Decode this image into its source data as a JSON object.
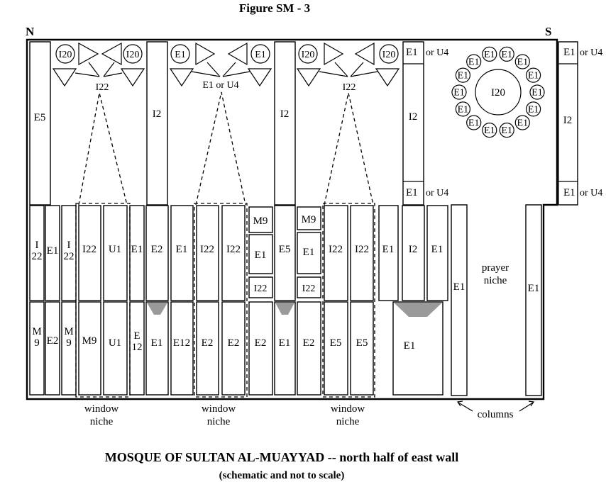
{
  "figure_label": "Figure SM - 3",
  "compass": {
    "north": "N",
    "south": "S"
  },
  "title": "MOSQUE OF SULTAN AL-MUAYYAD -- north half of east wall",
  "subtitle": "(schematic and not to scale)",
  "upper_panels": {
    "north_tall": "E5",
    "tall_1": "I2",
    "tall_2": "I2",
    "tall_3": "I2",
    "tall_4": "I2",
    "bay3_top": "E1",
    "bay3_top_suffix": "or U4",
    "bay3_bottom": "E1",
    "bay3_bottom_suffix": "or U4",
    "south_top": "E1",
    "south_top_suffix": "or U4",
    "south_bottom": "E1",
    "south_bottom_suffix": "or U4"
  },
  "medallion_groups": [
    {
      "left_disc": "I20",
      "right_disc": "I20",
      "caption": "I22"
    },
    {
      "left_disc": "E1",
      "right_disc": "E1",
      "caption": "E1 or U4"
    },
    {
      "left_disc": "I20",
      "right_disc": "I20",
      "caption": "I22"
    }
  ],
  "rosette": {
    "center": "I20",
    "ring": [
      "E1",
      "E1",
      "E1",
      "E1",
      "E1",
      "E1",
      "E1",
      "E1",
      "E1",
      "E1",
      "E1",
      "E1",
      "E1",
      "E1"
    ]
  },
  "lower_upper_row": {
    "p1": "I 22",
    "p2": "E1",
    "p3": "I 22",
    "p4": "I22",
    "p5": "U1",
    "p6": "E1",
    "p7": "E2",
    "p8": "E1",
    "p9": "I22",
    "p10": "I22",
    "p11a": "M9",
    "p11b": "E1",
    "p11c": "I22",
    "p12": "E5",
    "p13a": "M9",
    "p13b": "E1",
    "p13c": "I22",
    "p14": "I22",
    "p15": "I22",
    "p16": "E1",
    "p17": "I2",
    "p18": "E1"
  },
  "lower_bottom_row": {
    "p1": "M 9",
    "p2": "E2",
    "p3": "M 9",
    "p4": "M9",
    "p5": "U1",
    "p6": "E 12",
    "p7": "E1",
    "p8": "E12",
    "p9": "E2",
    "p10": "E2",
    "p11": "E2",
    "p12": "E1",
    "p13": "E2",
    "p14": "E5",
    "p15": "E5",
    "p16": "E1"
  },
  "columns": {
    "col1": "E1",
    "col2": "E1",
    "label": "columns"
  },
  "prayer_niche": "prayer niche",
  "window_niche_label": "window niche"
}
